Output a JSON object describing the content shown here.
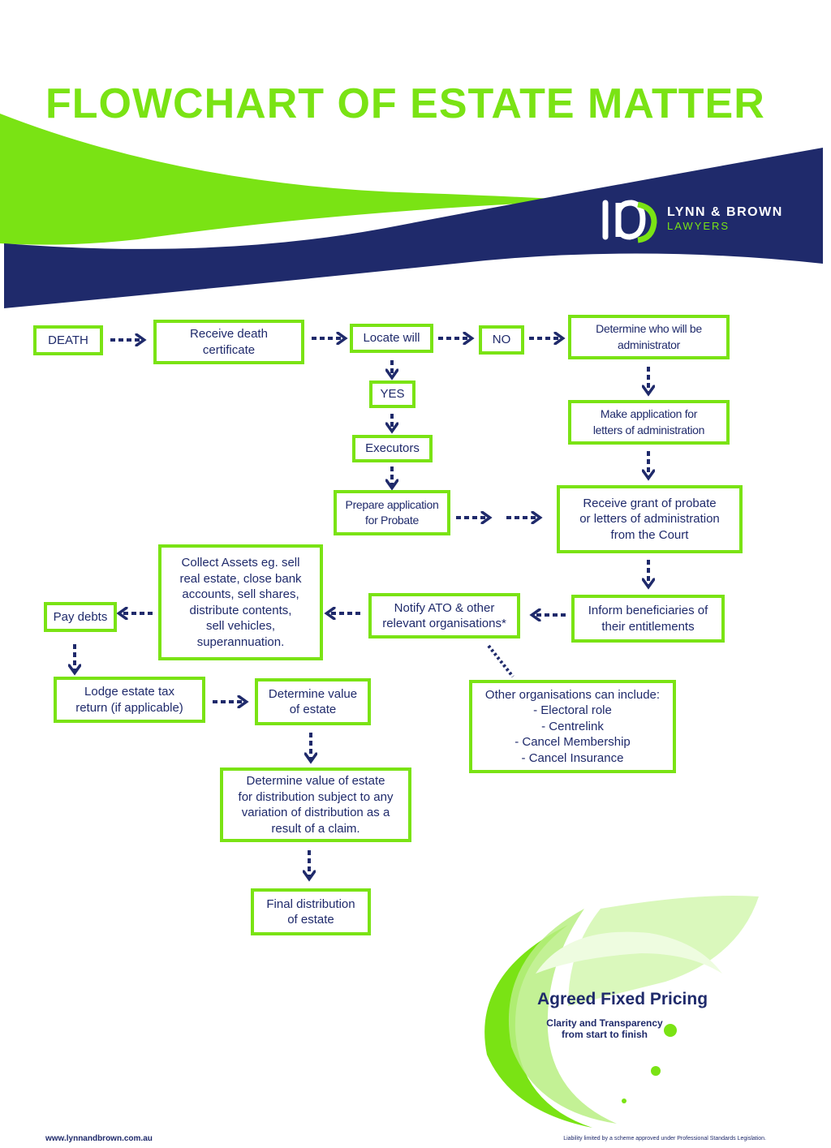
{
  "title": "FLOWCHART OF ESTATE MATTER",
  "brand": {
    "name": "LYNN & BROWN",
    "subtitle": "LAWYERS"
  },
  "nodes": {
    "death": "DEATH",
    "receive_certificate": "Receive death\ncertificate",
    "locate_will": "Locate will",
    "no": "NO",
    "determine_administrator": "Determine who will be\nadministrator",
    "yes": "YES",
    "make_application": "Make application for\nletters of administration",
    "executors": "Executors",
    "prepare_probate": "Prepare application\nfor Probate",
    "receive_grant": "Receive grant of probate\nor letters of administration\nfrom the Court",
    "collect_assets": "Collect Assets eg. sell\nreal estate, close bank\naccounts, sell shares,\ndistribute contents,\nsell vehicles,\nsuperannuation.",
    "pay_debts": "Pay debts",
    "notify_ato": "Notify ATO & other\nrelevant organisations*",
    "inform_beneficiaries": "Inform beneficiaries of\ntheir entitlements",
    "lodge_tax": "Lodge estate tax\nreturn (if applicable)",
    "determine_value": "Determine value\nof estate",
    "other_orgs": "Other organisations can include:\n- Electoral role\n- Centrelink\n- Cancel Membership\n- Cancel Insurance",
    "determine_value_distribution": "Determine value of estate\nfor distribution subject to any\nvariation of distribution as a\nresult of a claim.",
    "final_distribution": "Final distribution\nof estate"
  },
  "promo": {
    "title": "Agreed Fixed Pricing",
    "subtitle": "Clarity and Transparency\nfrom start to finish"
  },
  "footer": {
    "website": "www.lynnandbrown.com.au",
    "disclaimer": "Liability limited by a scheme approved under Professional Standards Legislation."
  },
  "colors": {
    "green": "#7ae314",
    "navy": "#1f2a6b"
  }
}
